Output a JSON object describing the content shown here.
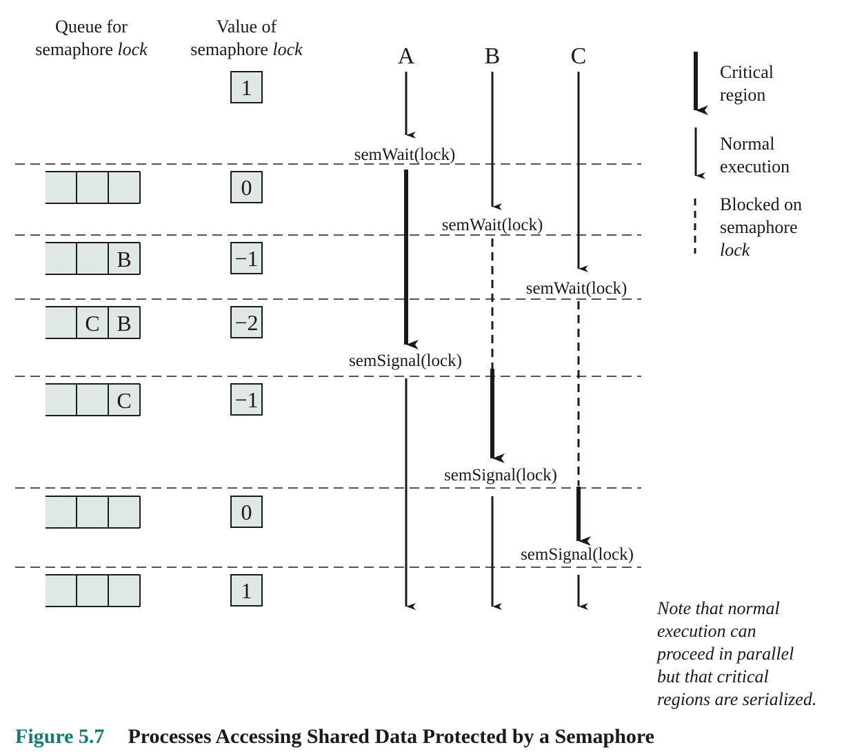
{
  "headers": {
    "queue": {
      "line1": "Queue for",
      "line2_prefix": "semaphore ",
      "line2_italic": "lock"
    },
    "value": {
      "line1": "Value of",
      "line2_prefix": "semaphore ",
      "line2_italic": "lock"
    }
  },
  "processes": [
    "A",
    "B",
    "C"
  ],
  "initial_value": "1",
  "steps": [
    {
      "operation": "semWait(lock)",
      "process": "A",
      "queue": [
        "",
        "",
        ""
      ],
      "value": "0"
    },
    {
      "operation": "semWait(lock)",
      "process": "B",
      "queue": [
        "",
        "",
        "B"
      ],
      "value": "−1"
    },
    {
      "operation": "semWait(lock)",
      "process": "C",
      "queue": [
        "",
        "C",
        "B"
      ],
      "value": "−2"
    },
    {
      "operation": "semSignal(lock)",
      "process": "A",
      "queue": [
        "",
        "",
        "C"
      ],
      "value": "−1"
    },
    {
      "operation": "semSignal(lock)",
      "process": "B",
      "queue": [
        "",
        "",
        ""
      ],
      "value": "0"
    },
    {
      "operation": "semSignal(lock)",
      "process": "C",
      "queue": [
        "",
        "",
        ""
      ],
      "value": "1"
    }
  ],
  "legend": {
    "critical": {
      "icon": "thick-arrow-icon",
      "line1": "Critical",
      "line2": "region"
    },
    "normal": {
      "icon": "thin-arrow-icon",
      "line1": "Normal",
      "line2": "execution"
    },
    "blocked": {
      "icon": "dashed-line-icon",
      "line1": "Blocked on",
      "line2": "semaphore",
      "line3": "lock"
    }
  },
  "note": [
    "Note that normal",
    "execution can",
    "proceed in parallel",
    "but that critical",
    "regions are serialized."
  ],
  "caption": {
    "number": "Figure 5.7",
    "title": "Processes Accessing Shared Data Protected by a Semaphore"
  },
  "colors": {
    "ink": "#1a1a1a",
    "box_fill": "#dfe8e4",
    "caption_accent": "#1a7a6e"
  }
}
